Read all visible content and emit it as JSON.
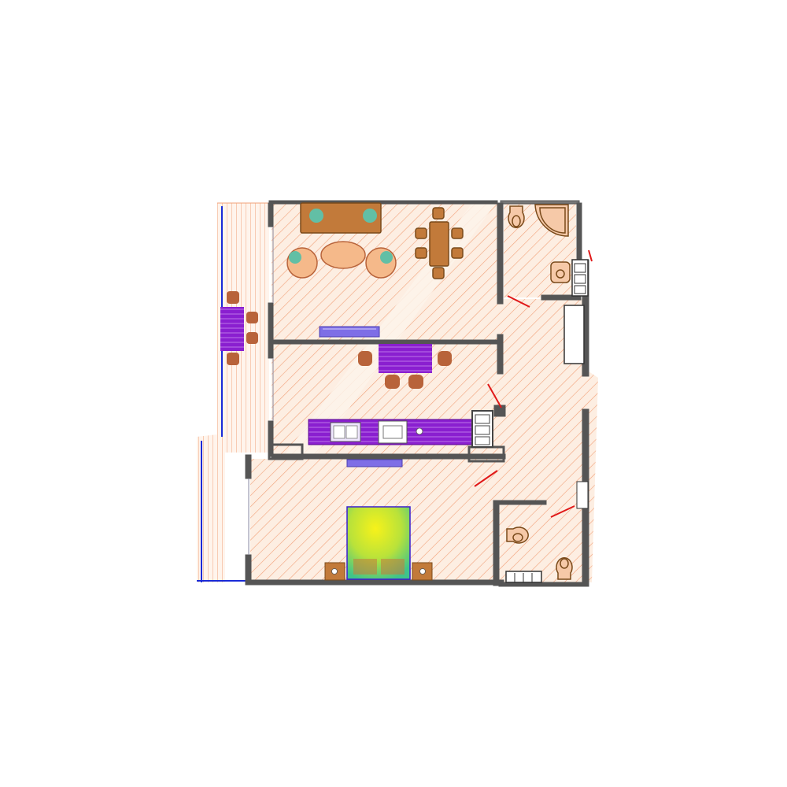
{
  "diagram": {
    "type": "apartment-floor-plan",
    "labels": [],
    "colors": {
      "background": "#ffffff",
      "floor_fill": "#fdeee2",
      "hatch": "#f2a27a",
      "wall": "#555555",
      "balcony_rail": "#1a2bd8",
      "door_swing": "#e01818",
      "wood": "#c27a3a",
      "chair": "#b8633a",
      "seat_fill": "#f5b98a",
      "cushion": "#62bfa5",
      "accent_purple": "#8a1fd0",
      "tv_console": "#7e6ee6",
      "fixture_fill": "#f6c9a8",
      "bed_yellow": "#f7f21a",
      "bed_green": "#3fc48a"
    },
    "rooms": [
      "balcony",
      "living-room",
      "dining-area",
      "kitchen",
      "bedroom",
      "bathroom-upper",
      "bathroom-lower",
      "hallway"
    ]
  }
}
